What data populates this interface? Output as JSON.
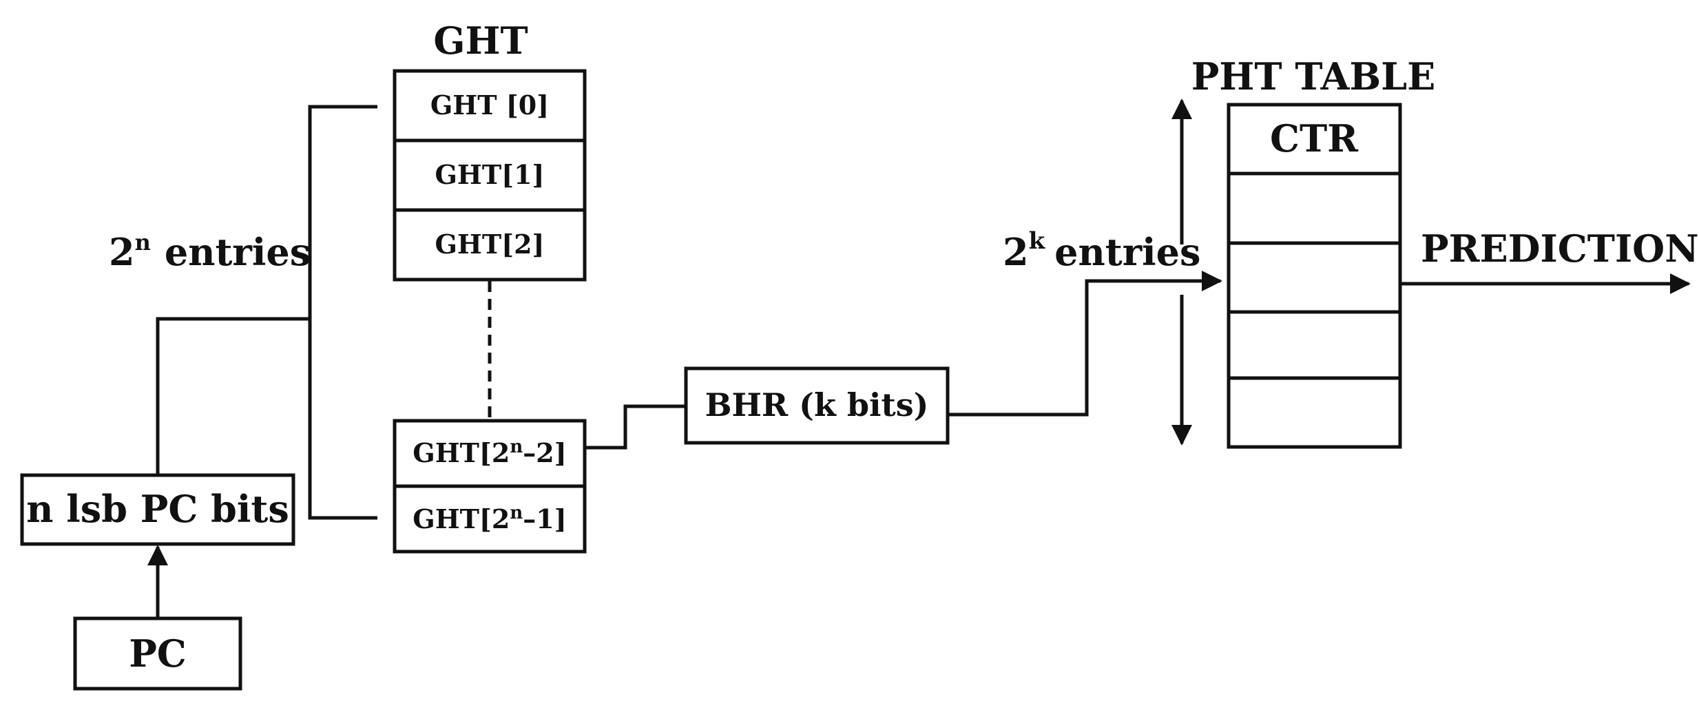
{
  "ght": {
    "title": "GHT",
    "rows": [
      "GHT [0]",
      "GHT[1]",
      "GHT[2]"
    ],
    "bottom_rows": [
      {
        "prefix": "GHT[2",
        "sup": "n",
        "suffix": "–2]"
      },
      {
        "prefix": "GHT[2",
        "sup": "n",
        "suffix": "–1]"
      }
    ]
  },
  "left_entries": {
    "base": "2",
    "sup": "n",
    "text": "entries"
  },
  "lsb_box": "n lsb PC bits",
  "pc_box": "PC",
  "bhr_box": "BHR (k bits)",
  "pht": {
    "title": "PHT TABLE",
    "first_row": "CTR",
    "empty_rows": 4
  },
  "right_entries": {
    "base": "2",
    "sup": "k",
    "text": "entries"
  },
  "output_label": "PREDICTION"
}
